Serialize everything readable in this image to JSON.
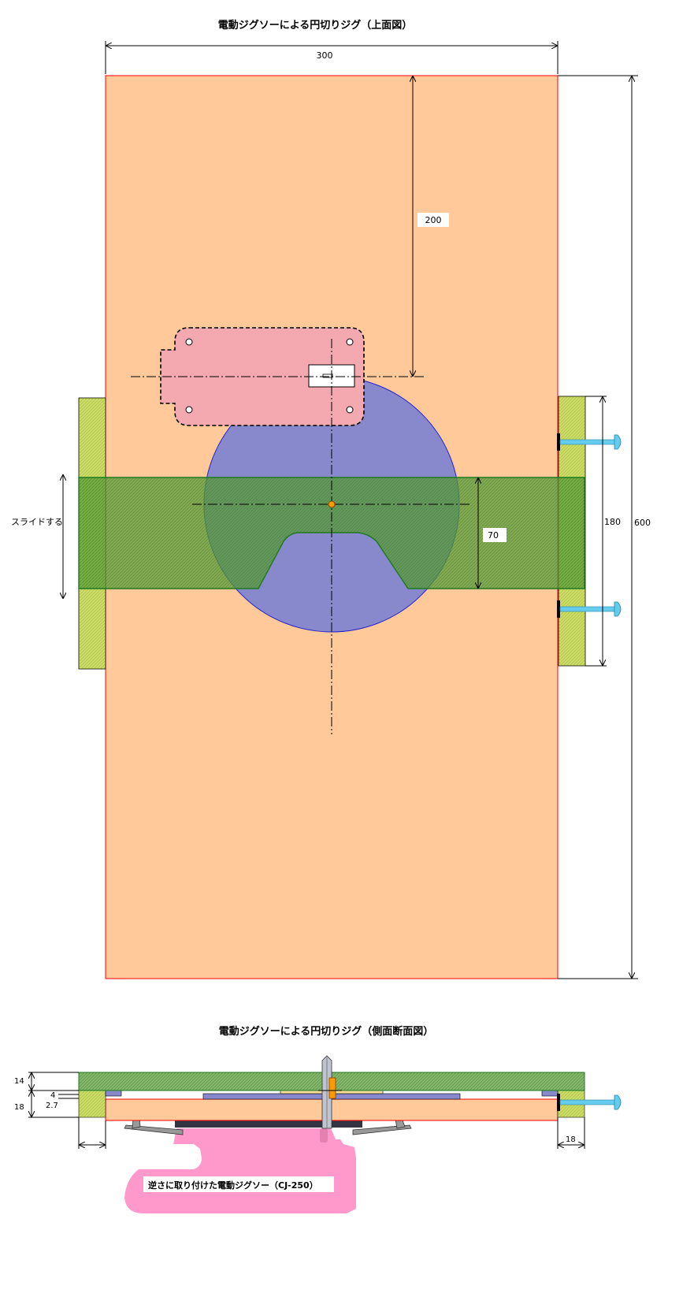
{
  "top_view": {
    "title": "電動ジグソーによる円切りジグ（上面図）",
    "dim_width": "300",
    "dim_height": "600",
    "dim_offset": "200",
    "dim_slider_width": "70",
    "dim_rail": "180",
    "slide_label": "スライドする"
  },
  "side_view": {
    "title": "電動ジグソーによる円切りジグ（側面断面図）",
    "dim_top": "14",
    "dim_base": "18",
    "dim_4": "4",
    "dim_27": "2.7",
    "dim_right": "18",
    "saw_label": "逆さに取り付けた電動ジグソー（CJ-250）"
  },
  "colors": {
    "board": "#FFC99A",
    "board_outline": "#FF0000",
    "slider": "#4E9A2E",
    "guide": "#CCDD66",
    "circle": "#8888CC",
    "saw_plate": "#F4A0B0",
    "saw_body": "#FF99CC",
    "bolt": "#66CCEE"
  }
}
